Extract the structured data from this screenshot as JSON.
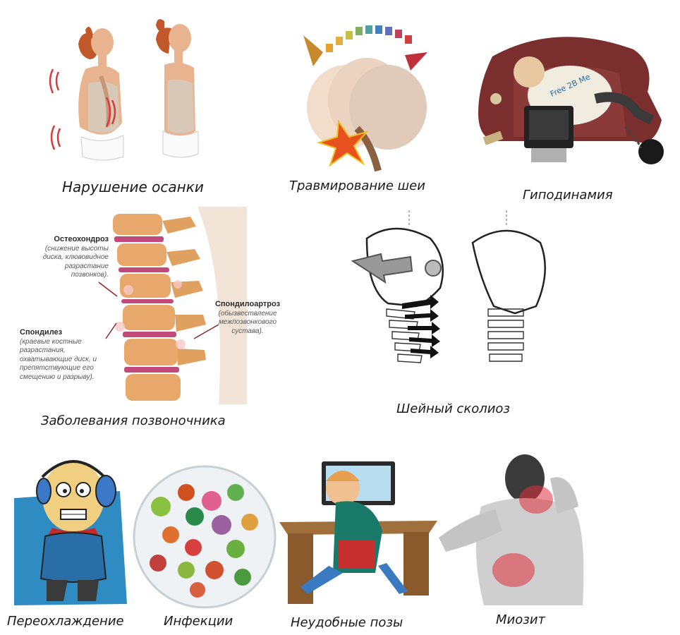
{
  "captions": {
    "posture": "Нарушение осанки",
    "neck_injury": "Травмирование шеи",
    "hypodynamia": "Гиподинамия",
    "spine_diseases": "Заболевания позвоночника",
    "cervical_scoliosis": "Шейный сколиоз",
    "hypothermia": "Переохлаждение",
    "infections": "Инфекции",
    "uncomfortable_poses": "Неудобные позы",
    "myositis": "Миозит"
  },
  "spine_labels": {
    "osteochondrosis": {
      "title": "Остеохондроз",
      "text": "(снижение высоты диска, клювовидное разрастание позвонков)."
    },
    "spondylosis": {
      "title": "Спондилез",
      "text": "(краевые костные разрастания, охватывающие диск, и препятствующие его смещению и разрыву)."
    },
    "spondyloarthrosis": {
      "title": "Спондилоартроз",
      "text": "(обызвествление межпозвонкового сустава)."
    }
  },
  "tshirt_text": "Free 2B Me",
  "colors": {
    "skin": "#e8b48f",
    "hair": "#c0582a",
    "bone": "#e8a86c",
    "disc": "#c24a7a",
    "sofa": "#7a2e2e",
    "pain": "#e0303a",
    "coat": "#2f8cc2",
    "scarf": "#c62828",
    "desk": "#a0703c"
  }
}
